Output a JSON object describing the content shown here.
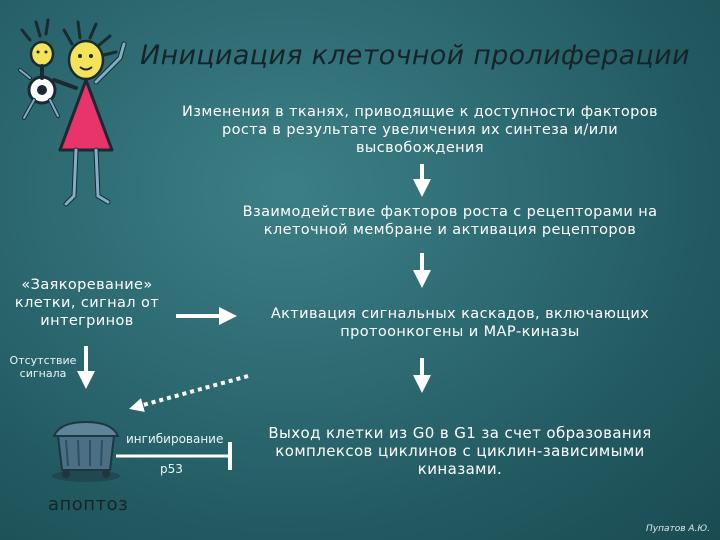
{
  "title": "Инициация клеточной пролиферации",
  "steps": {
    "step1": "Изменения в тканях, приводящие к доступности факторов роста в результате увеличения их синтеза и/или высвобождения",
    "step2": "Взаимодействие факторов роста с рецепторами на клеточной мембране и активация рецепторов",
    "step3": "Активация сигнальных каскадов, включающих протоонкогены и МАР-киназы",
    "step4": "Выход клетки из G0 в G1 за счет образования комплексов циклинов с циклин-зависимыми киназами."
  },
  "left": {
    "anchoring": "«Заякоревание» клетки, сигнал от интегринов",
    "no_signal": "Отсутствие сигнала",
    "inhibition": "ингибирование",
    "p53": "р53",
    "apoptosis": "апоптоз"
  },
  "author": "Пупатов А.Ю.",
  "icons": [
    "stick-figures-illustration",
    "trash-bin-icon",
    "arrow-down-icon",
    "arrow-right-icon",
    "dashed-arrow-icon",
    "inhibition-line-icon"
  ],
  "colors": {
    "background": "#2f6d75",
    "title_text": "#16242a",
    "arrow": "#ffffff",
    "dress": "#e8336b",
    "bin": "#4b6f84"
  }
}
